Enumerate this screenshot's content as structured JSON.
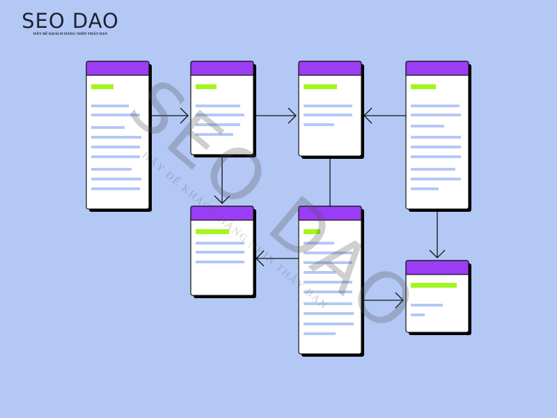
{
  "logo": {
    "title": "SEO DAO",
    "tagline": "HÃY ĐỂ KHÁCH HÀNG NHÌN THẤY BẠN"
  },
  "watermark": {
    "title": "SEO DAO",
    "tagline": "HÃY ĐỂ KHÁCH HÀNG NHÌN THẤY BẠN"
  },
  "colors": {
    "background": "#b3c8f5",
    "header": "#9b3df5",
    "accent": "#a4f51e",
    "line": "#b3c8f5",
    "card": "#ffffff"
  },
  "cards": [
    {
      "id": "card-1",
      "items": 9
    },
    {
      "id": "card-2",
      "items": 4
    },
    {
      "id": "card-3",
      "items": 3
    },
    {
      "id": "card-4",
      "items": 9
    },
    {
      "id": "card-5",
      "items": 3
    },
    {
      "id": "card-6",
      "items": 10
    },
    {
      "id": "card-7",
      "items": 2
    }
  ],
  "connections": [
    {
      "from": "card-1",
      "to": "card-2",
      "arrow": true
    },
    {
      "from": "card-2",
      "to": "card-3",
      "arrow": true
    },
    {
      "from": "card-4",
      "to": "card-3",
      "arrow": true
    },
    {
      "from": "card-2",
      "to": "card-5",
      "arrow": true
    },
    {
      "from": "card-3",
      "to": "card-6",
      "arrow": false
    },
    {
      "from": "card-4",
      "to": "card-7",
      "arrow": true
    },
    {
      "from": "card-6",
      "to": "card-5",
      "arrow": true
    },
    {
      "from": "card-6",
      "to": "card-7",
      "arrow": true
    }
  ]
}
